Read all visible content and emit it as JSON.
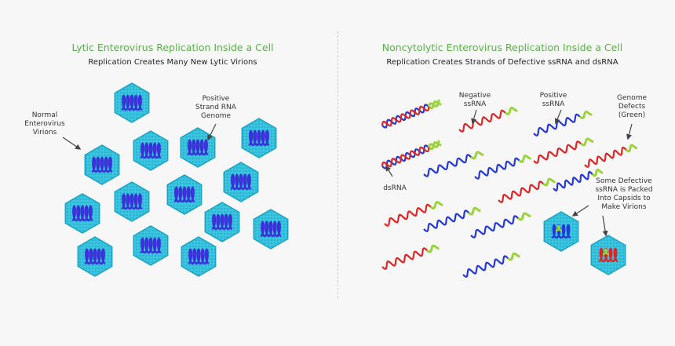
{
  "left_panel": {
    "title": "Lytic Enterovirus Replication Inside a Cell",
    "subtitle": "Replication Creates Many New Lytic Virions",
    "labels": {
      "normal_virions": "Normal\nEnterovirus\nVirions",
      "positive_strand": "Positive\nStrand RNA\nGenome"
    }
  },
  "right_panel": {
    "title": "Noncytolytic Enterovirus Replication Inside a Cell",
    "subtitle": "Replication Creates Strands of Defective ssRNA and dsRNA",
    "labels": {
      "negative_ssrna": "Negative\nssRNA",
      "positive_ssrna": "Positive\nssRNA",
      "genome_defects": "Genome\nDefects\n(Green)",
      "dsrna": "dsRNA",
      "packed": "Some Defective\nssRNA is Packed\nInto Capsids to\nMake Virions"
    }
  },
  "colors": {
    "title": "#5bb04a",
    "capsid": "#3cc6e0",
    "capsid_dark": "#1aa3c4",
    "coil": "#3a2fd8",
    "negative_strand": "#e02424",
    "positive_strand": "#2438d8",
    "defect": "#9bd43a"
  }
}
